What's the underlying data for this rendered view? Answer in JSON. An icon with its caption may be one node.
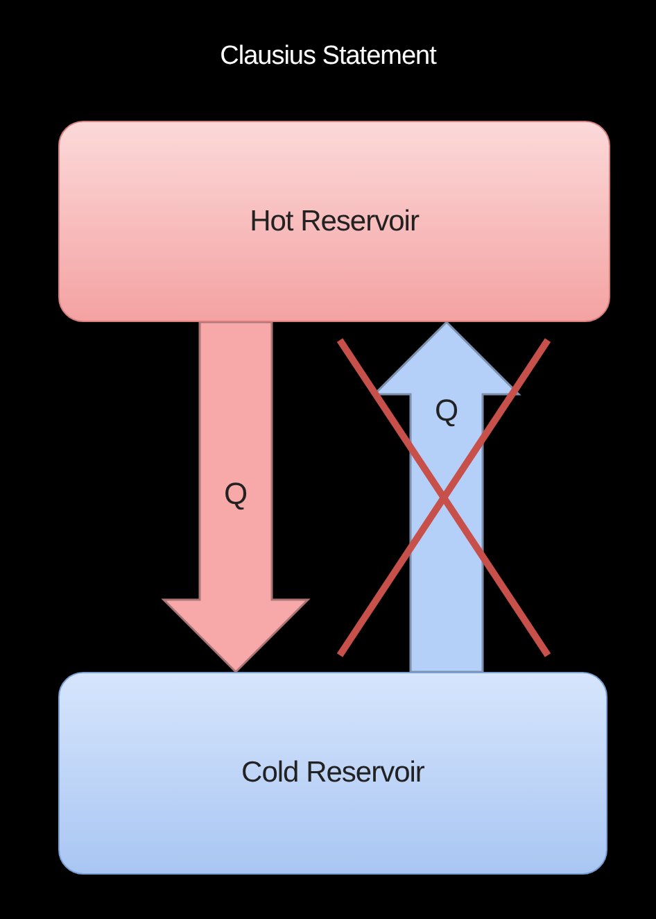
{
  "diagram": {
    "title": "Clausius Statement",
    "nodes": [
      {
        "text": [
          "Hot Reservoir"
        ]
      },
      {
        "text": [
          "Cold Reservoir"
        ]
      }
    ],
    "edges": [
      {
        "from": 0,
        "to": 1,
        "arrow": "to",
        "label": "Q",
        "style": "thick",
        "color": "#f7a8a8"
      },
      {
        "from": 1,
        "to": 0,
        "arrow": "to",
        "label": "Q",
        "style": "thick",
        "color": "#b4cff8"
      }
    ]
  }
}
